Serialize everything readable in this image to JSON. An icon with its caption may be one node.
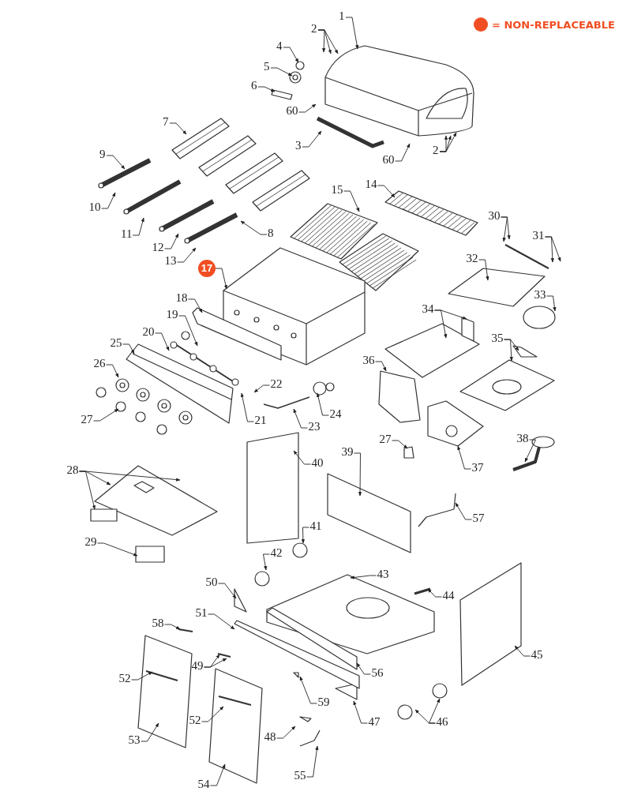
{
  "diagram": {
    "nodes": [
      {
        "text": [
          "1"
        ]
      },
      {
        "text": [
          "2"
        ]
      },
      {
        "text": [
          "4"
        ]
      },
      {
        "text": [
          "5"
        ]
      },
      {
        "text": [
          "6"
        ]
      },
      {
        "text": [
          "60"
        ]
      },
      {
        "text": [
          "3"
        ]
      },
      {
        "text": [
          "7"
        ]
      },
      {
        "text": [
          "2"
        ]
      },
      {
        "text": [
          "60"
        ]
      },
      {
        "text": [
          "9"
        ]
      },
      {
        "text": [
          "14"
        ]
      },
      {
        "text": [
          "15"
        ]
      },
      {
        "text": [
          "10"
        ]
      },
      {
        "text": [
          "11"
        ]
      },
      {
        "text": [
          "30"
        ]
      },
      {
        "text": [
          "31"
        ]
      },
      {
        "text": [
          "8"
        ]
      },
      {
        "text": [
          "12"
        ]
      },
      {
        "text": [
          "13"
        ]
      },
      {
        "text": [
          "17"
        ]
      },
      {
        "text": [
          "32"
        ]
      },
      {
        "text": [
          "18"
        ]
      },
      {
        "text": [
          "19"
        ]
      },
      {
        "text": [
          "33"
        ]
      },
      {
        "text": [
          "34"
        ]
      },
      {
        "text": [
          "20"
        ]
      },
      {
        "text": [
          "25"
        ]
      },
      {
        "text": [
          "35"
        ]
      },
      {
        "text": [
          "36"
        ]
      },
      {
        "text": [
          "26"
        ]
      },
      {
        "text": [
          "22"
        ]
      },
      {
        "text": [
          "21"
        ]
      },
      {
        "text": [
          "24"
        ]
      },
      {
        "text": [
          "27"
        ]
      },
      {
        "text": [
          "23"
        ]
      },
      {
        "text": [
          "27"
        ]
      },
      {
        "text": [
          "38"
        ]
      },
      {
        "text": [
          "37"
        ]
      },
      {
        "text": [
          "40"
        ]
      },
      {
        "text": [
          "39"
        ]
      },
      {
        "text": [
          "28"
        ]
      },
      {
        "text": [
          "57"
        ]
      },
      {
        "text": [
          "41"
        ]
      },
      {
        "text": [
          "29"
        ]
      },
      {
        "text": [
          "42"
        ]
      },
      {
        "text": [
          "50"
        ]
      },
      {
        "text": [
          "43"
        ]
      },
      {
        "text": [
          "44"
        ]
      },
      {
        "text": [
          "51"
        ]
      },
      {
        "text": [
          "58"
        ]
      },
      {
        "text": [
          "45"
        ]
      },
      {
        "text": [
          "49"
        ]
      },
      {
        "text": [
          "52"
        ]
      },
      {
        "text": [
          "56"
        ]
      },
      {
        "text": [
          "59"
        ]
      },
      {
        "text": [
          "47"
        ]
      },
      {
        "text": [
          "46"
        ]
      },
      {
        "text": [
          "52"
        ]
      },
      {
        "text": [
          "48"
        ]
      },
      {
        "text": [
          "53"
        ]
      },
      {
        "text": [
          "55"
        ]
      },
      {
        "text": [
          "54"
        ]
      }
    ],
    "edges": [
      {
        "from": 0,
        "to": null,
        "arrow": "to"
      },
      {
        "from": 1,
        "to": null,
        "arrow": "to"
      },
      {
        "from": 1,
        "to": null,
        "arrow": "to"
      },
      {
        "from": 1,
        "to": null,
        "arrow": "to"
      },
      {
        "from": 2,
        "to": null,
        "arrow": "to"
      },
      {
        "from": 3,
        "to": null,
        "arrow": "to"
      },
      {
        "from": 4,
        "to": null,
        "arrow": "to"
      },
      {
        "from": 5,
        "to": null,
        "arrow": "to"
      },
      {
        "from": 6,
        "to": null,
        "arrow": "to"
      },
      {
        "from": 7,
        "to": null,
        "arrow": "to"
      },
      {
        "from": 8,
        "to": null,
        "arrow": "to"
      },
      {
        "from": 8,
        "to": null,
        "arrow": "to"
      },
      {
        "from": 8,
        "to": null,
        "arrow": "to"
      },
      {
        "from": 9,
        "to": null,
        "arrow": "to"
      },
      {
        "from": 10,
        "to": null,
        "arrow": "to"
      },
      {
        "from": 11,
        "to": null,
        "arrow": "to"
      },
      {
        "from": 12,
        "to": null,
        "arrow": "to"
      },
      {
        "from": 13,
        "to": null,
        "arrow": "to"
      },
      {
        "from": 14,
        "to": null,
        "arrow": "to"
      },
      {
        "from": 15,
        "to": null,
        "arrow": "to"
      },
      {
        "from": 15,
        "to": null,
        "arrow": "to"
      },
      {
        "from": 16,
        "to": null,
        "arrow": "to"
      },
      {
        "from": 16,
        "to": null,
        "arrow": "to"
      },
      {
        "from": 17,
        "to": null,
        "arrow": "to"
      },
      {
        "from": 18,
        "to": null,
        "arrow": "to"
      },
      {
        "from": 19,
        "to": null,
        "arrow": "to"
      },
      {
        "from": 20,
        "to": null,
        "arrow": "to"
      },
      {
        "from": 21,
        "to": null,
        "arrow": "to"
      },
      {
        "from": 22,
        "to": null,
        "arrow": "to"
      },
      {
        "from": 23,
        "to": null,
        "arrow": "to"
      },
      {
        "from": 24,
        "to": null,
        "arrow": "to"
      },
      {
        "from": 25,
        "to": null,
        "arrow": "to"
      },
      {
        "from": 25,
        "to": null,
        "arrow": "to"
      },
      {
        "from": 26,
        "to": null,
        "arrow": "to"
      },
      {
        "from": 27,
        "to": null,
        "arrow": "to"
      },
      {
        "from": 28,
        "to": null,
        "arrow": "to"
      },
      {
        "from": 28,
        "to": null,
        "arrow": "to"
      },
      {
        "from": 29,
        "to": null,
        "arrow": "to"
      },
      {
        "from": 30,
        "to": null,
        "arrow": "to"
      },
      {
        "from": 31,
        "to": null,
        "arrow": "to"
      },
      {
        "from": 32,
        "to": null,
        "arrow": "to"
      },
      {
        "from": 33,
        "to": null,
        "arrow": "to"
      },
      {
        "from": 34,
        "to": null,
        "arrow": "to"
      },
      {
        "from": 35,
        "to": null,
        "arrow": "to"
      },
      {
        "from": 36,
        "to": null,
        "arrow": "to"
      },
      {
        "from": 37,
        "to": null,
        "arrow": "to"
      },
      {
        "from": 38,
        "to": null,
        "arrow": "to"
      },
      {
        "from": 39,
        "to": null,
        "arrow": "to"
      },
      {
        "from": 40,
        "to": null,
        "arrow": "to"
      },
      {
        "from": 41,
        "to": null,
        "arrow": "to"
      },
      {
        "from": 41,
        "to": null,
        "arrow": "to"
      },
      {
        "from": 41,
        "to": null,
        "arrow": "to"
      },
      {
        "from": 42,
        "to": null,
        "arrow": "to"
      },
      {
        "from": 43,
        "to": null,
        "arrow": "to"
      },
      {
        "from": 44,
        "to": null,
        "arrow": "to"
      },
      {
        "from": 45,
        "to": null,
        "arrow": "to"
      },
      {
        "from": 46,
        "to": null,
        "arrow": "to"
      },
      {
        "from": 47,
        "to": null,
        "arrow": "to"
      },
      {
        "from": 48,
        "to": null,
        "arrow": "to"
      },
      {
        "from": 49,
        "to": null,
        "arrow": "to"
      },
      {
        "from": 50,
        "to": null,
        "arrow": "to"
      },
      {
        "from": 51,
        "to": null,
        "arrow": "to"
      },
      {
        "from": 52,
        "to": null,
        "arrow": "to"
      },
      {
        "from": 52,
        "to": null,
        "arrow": "to"
      },
      {
        "from": 53,
        "to": null,
        "arrow": "to"
      },
      {
        "from": 54,
        "to": null,
        "arrow": "to"
      },
      {
        "from": 55,
        "to": null,
        "arrow": "to"
      },
      {
        "from": 56,
        "to": null,
        "arrow": "to"
      },
      {
        "from": 57,
        "to": null,
        "arrow": "to"
      },
      {
        "from": 57,
        "to": null,
        "arrow": "to"
      },
      {
        "from": 58,
        "to": null,
        "arrow": "to"
      },
      {
        "from": 59,
        "to": null,
        "arrow": "to"
      },
      {
        "from": 60,
        "to": null,
        "arrow": "to"
      },
      {
        "from": 61,
        "to": null,
        "arrow": "to"
      },
      {
        "from": 62,
        "to": null,
        "arrow": "to"
      }
    ],
    "legend": [
      {
        "text": "= NON-REPLACEABLE",
        "color": "#f04e23"
      }
    ]
  }
}
